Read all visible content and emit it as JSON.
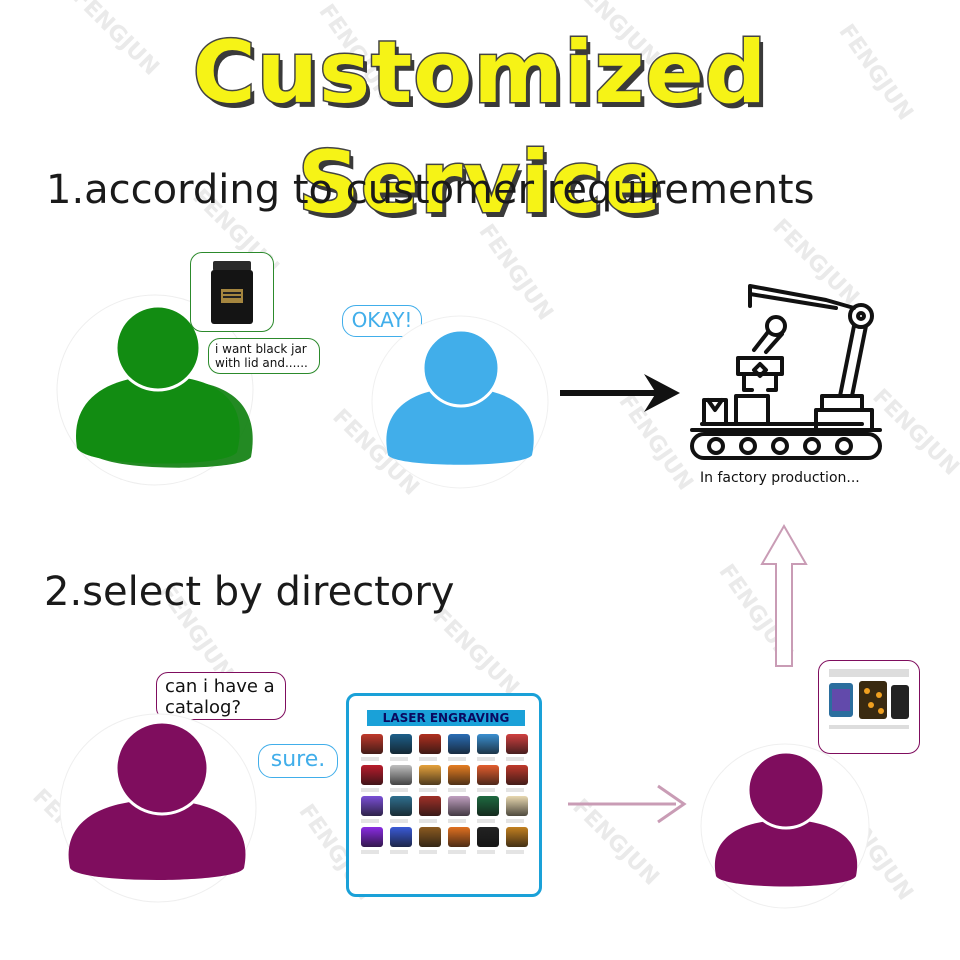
{
  "title": "Customized Service",
  "steps": [
    {
      "heading": "1.according to customer requirements"
    },
    {
      "heading": "2.select by directory"
    }
  ],
  "bubbles": {
    "request": "i want black jar with lid and......",
    "okay": "OKAY!",
    "catalog_request": "can i have a catalog?",
    "sure": "sure."
  },
  "catalog": {
    "header": "LASER ENGRAVING"
  },
  "factory": {
    "caption": "In factory production..."
  },
  "watermark": "FENGJUN",
  "colors": {
    "title_fill": "#f6f316",
    "user_green": "#118a11",
    "user_blue": "#41aeea",
    "user_purple": "#7f0d5e",
    "arrow_pink": "#c99cb5",
    "catalog_border": "#1aa1d8"
  }
}
